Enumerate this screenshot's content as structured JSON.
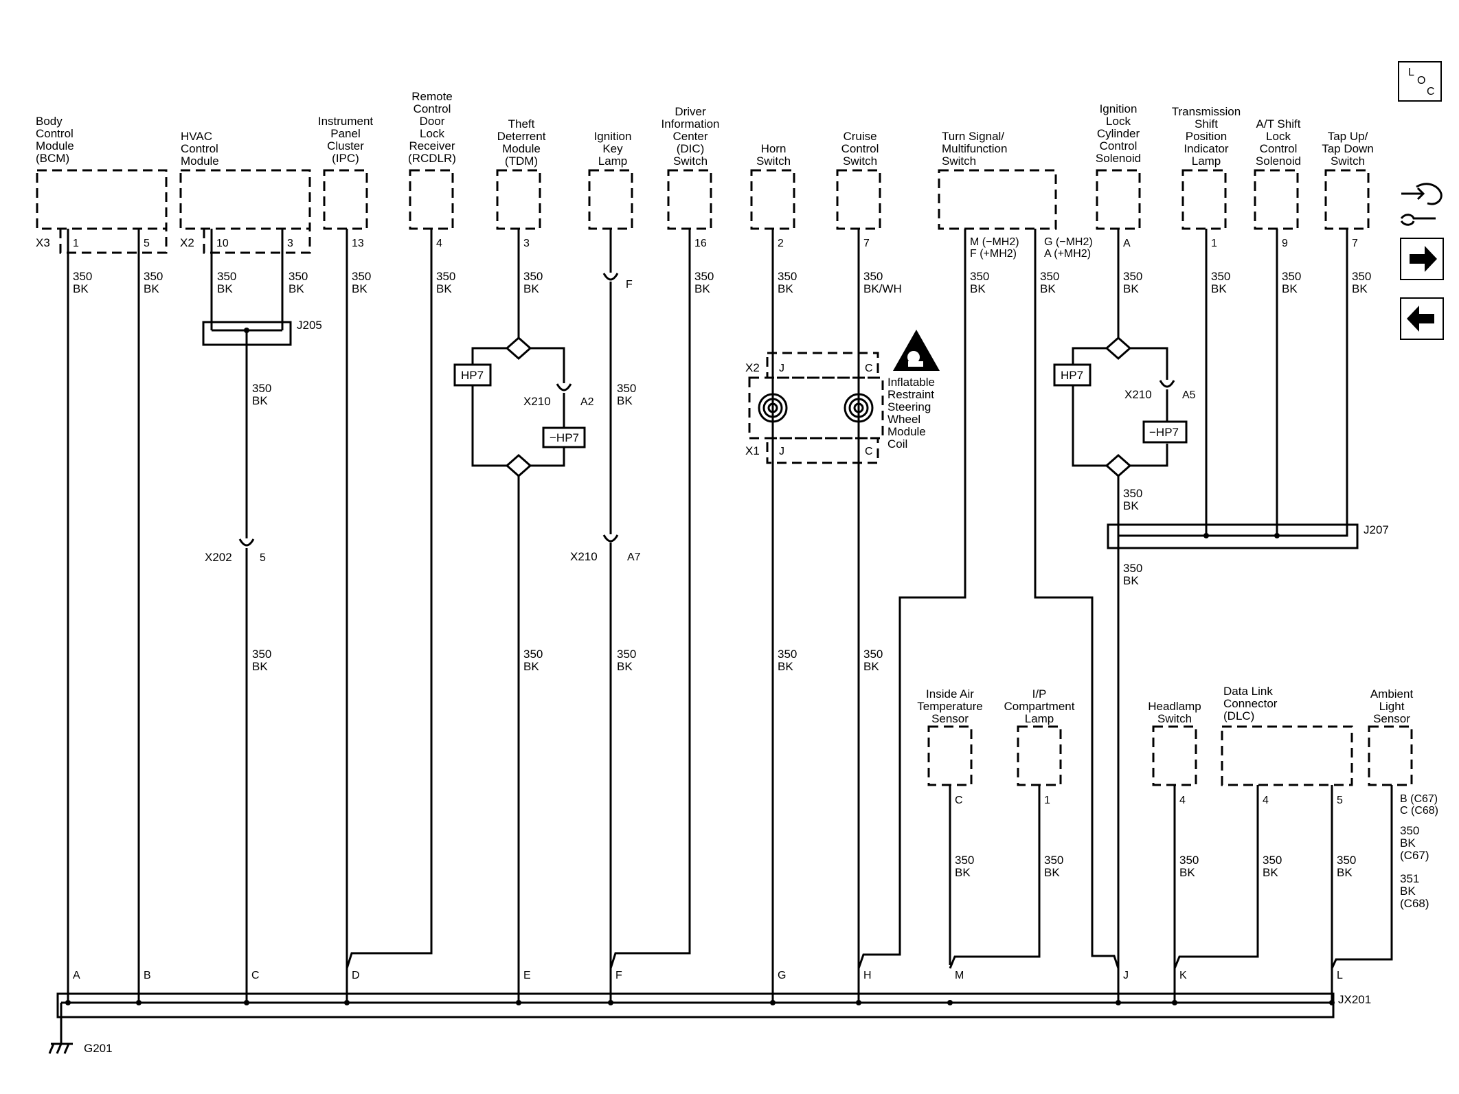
{
  "ground": {
    "name": "G201",
    "splice": "JX201"
  },
  "components": [
    {
      "id": "bcm",
      "lines": [
        "Body",
        "Control",
        "Module",
        "(BCM)"
      ],
      "conn": "X3",
      "pins": [
        "1",
        "5"
      ]
    },
    {
      "id": "hvac",
      "lines": [
        "HVAC",
        "Control",
        "Module"
      ],
      "conn": "X2",
      "pins": [
        "10",
        "3"
      ]
    },
    {
      "id": "ipc",
      "lines": [
        "Instrument",
        "Panel",
        "Cluster",
        "(IPC)"
      ],
      "pins": [
        "13"
      ]
    },
    {
      "id": "rcdlr",
      "lines": [
        "Remote",
        "Control",
        "Door",
        "Lock",
        "Receiver",
        "(RCDLR)"
      ],
      "pins": [
        "4"
      ]
    },
    {
      "id": "tdm",
      "lines": [
        "Theft",
        "Deterrent",
        "Module",
        "(TDM)"
      ],
      "pins": [
        "3"
      ]
    },
    {
      "id": "ign-lamp",
      "lines": [
        "Ignition",
        "Key",
        "Lamp"
      ],
      "pins": [
        ""
      ]
    },
    {
      "id": "dic",
      "lines": [
        "Driver",
        "Information",
        "Center",
        "(DIC)",
        "Switch"
      ],
      "pins": [
        "16"
      ]
    },
    {
      "id": "horn",
      "lines": [
        "Horn",
        "Switch"
      ],
      "pins": [
        "2"
      ]
    },
    {
      "id": "cruise",
      "lines": [
        "Cruise",
        "Control",
        "Switch"
      ],
      "pins": [
        "7"
      ]
    },
    {
      "id": "turn",
      "lines": [
        "Turn Signal/",
        "Multifunction",
        "Switch"
      ],
      "pins": [
        "M (−MH2)\nF (+MH2)",
        "G (−MH2)\nA (+MH2)"
      ]
    },
    {
      "id": "ign-solenoid",
      "lines": [
        "Ignition",
        "Lock",
        "Cylinder",
        "Control",
        "Solenoid"
      ],
      "pins": [
        "A"
      ]
    },
    {
      "id": "trans",
      "lines": [
        "Transmission",
        "Shift",
        "Position",
        "Indicator",
        "Lamp"
      ],
      "pins": [
        "1"
      ]
    },
    {
      "id": "at-shift",
      "lines": [
        "A/T Shift",
        "Lock",
        "Control",
        "Solenoid"
      ],
      "pins": [
        "9"
      ]
    },
    {
      "id": "tap",
      "lines": [
        "Tap Up/",
        "Tap Down",
        "Switch"
      ],
      "pins": [
        "7"
      ]
    },
    {
      "id": "iat",
      "lines": [
        "Inside Air",
        "Temperature",
        "Sensor"
      ],
      "pins": [
        "C"
      ]
    },
    {
      "id": "ip-lamp",
      "lines": [
        "I/P",
        "Compartment",
        "Lamp"
      ],
      "pins": [
        "1"
      ]
    },
    {
      "id": "headlamp",
      "lines": [
        "Headlamp",
        "Switch"
      ],
      "pins": [
        "4"
      ]
    },
    {
      "id": "dlc",
      "lines": [
        "Data Link",
        "Connector",
        "(DLC)"
      ],
      "pins": [
        "4",
        "5"
      ]
    },
    {
      "id": "ambient",
      "lines": [
        "Ambient",
        "Light",
        "Sensor"
      ],
      "pins": [
        "B (C67)\nC (C68)"
      ]
    }
  ],
  "wire_labels": {
    "std": [
      "350",
      "BK"
    ],
    "cruise": [
      "350",
      "BK/WH"
    ],
    "ambient": [
      "350",
      "BK",
      "(C67)",
      "351",
      "BK",
      "(C68)"
    ]
  },
  "splices": [
    "J205",
    "J207"
  ],
  "connectors": {
    "x202": {
      "name": "X202",
      "pin": "5"
    },
    "x210_tdm": {
      "name": "X210",
      "pin": "A2"
    },
    "x210_lamp": {
      "name": "X210",
      "pin": "A7"
    },
    "x210_sol": {
      "name": "X210",
      "pin": "A5"
    },
    "lamp_f": {
      "pin": "F"
    }
  },
  "options": {
    "hp7": "HP7",
    "not_hp7": "−HP7"
  },
  "airbag": {
    "x2": "X2",
    "x1": "X1",
    "pin_j": "J",
    "pin_c": "C",
    "lines": [
      "Inflatable",
      "Restraint",
      "Steering",
      "Wheel",
      "Module",
      "Coil"
    ]
  },
  "ground_pins": [
    "A",
    "B",
    "C",
    "D",
    "E",
    "F",
    "G",
    "H",
    "M",
    "J",
    "K",
    "L"
  ],
  "nav": {
    "loc": {
      "l": "L",
      "o": "O",
      "c": "C"
    },
    "icons": [
      "component-locator-icon",
      "repair-info-icon",
      "next-page-icon",
      "previous-page-icon"
    ]
  }
}
